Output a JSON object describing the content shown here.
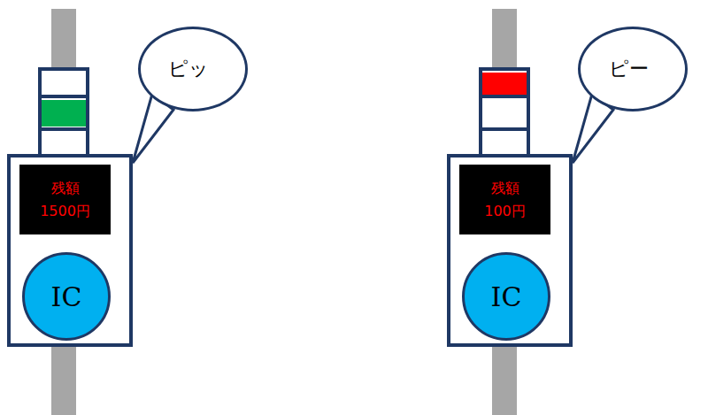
{
  "diagram": {
    "nodes": [
      {
        "text": [
          "残額 1500円"
        ]
      },
      {
        "text": [
          "IC"
        ]
      },
      {
        "text": [
          "ピッ"
        ]
      },
      {
        "text": [
          "残額 100円"
        ]
      },
      {
        "text": [
          "IC"
        ]
      },
      {
        "text": [
          "ピー"
        ]
      }
    ]
  }
}
